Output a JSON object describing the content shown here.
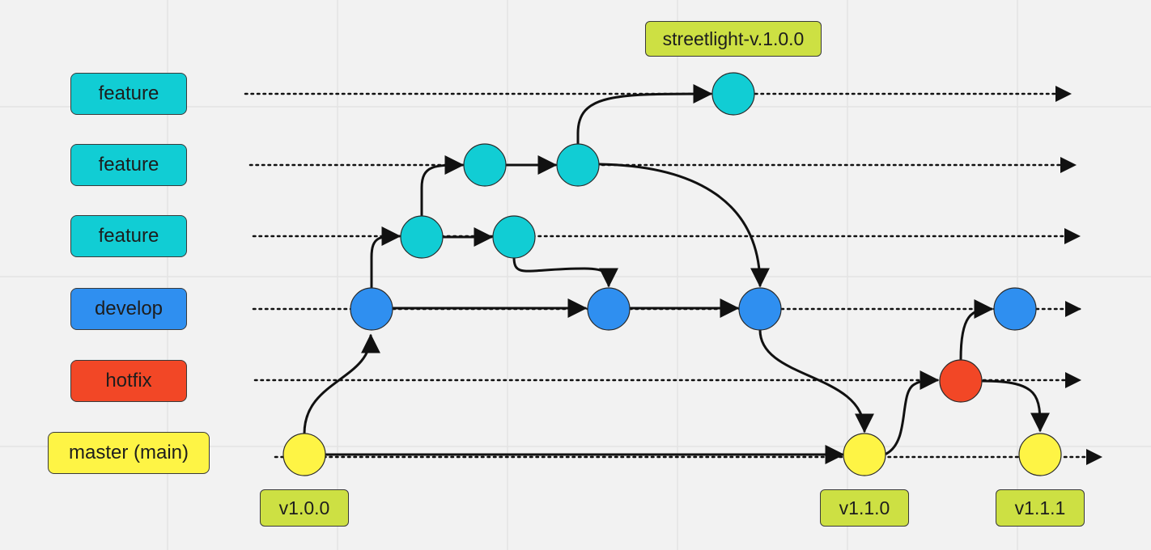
{
  "branches": [
    {
      "key": "feature1",
      "label": "feature",
      "color": "#11cdd4"
    },
    {
      "key": "feature2",
      "label": "feature",
      "color": "#11cdd4"
    },
    {
      "key": "feature3",
      "label": "feature",
      "color": "#11cdd4"
    },
    {
      "key": "develop",
      "label": "develop",
      "color": "#2f8ff0"
    },
    {
      "key": "hotfix",
      "label": "hotfix",
      "color": "#f24726"
    },
    {
      "key": "master",
      "label": "master (main)",
      "color": "#fef445"
    }
  ],
  "tags": [
    {
      "key": "streetlight",
      "label": "streetlight-v.1.0.0"
    },
    {
      "key": "v100",
      "label": "v1.0.0"
    },
    {
      "key": "v110",
      "label": "v1.1.0"
    },
    {
      "key": "v111",
      "label": "v1.1.1"
    }
  ],
  "colors": {
    "background": "#f2f2f2",
    "grid": "#e3e3e3",
    "feature": "#11cdd4",
    "develop": "#2f8ff0",
    "hotfix": "#f24726",
    "master": "#fef445",
    "tag": "#cde043",
    "line": "#111111"
  }
}
